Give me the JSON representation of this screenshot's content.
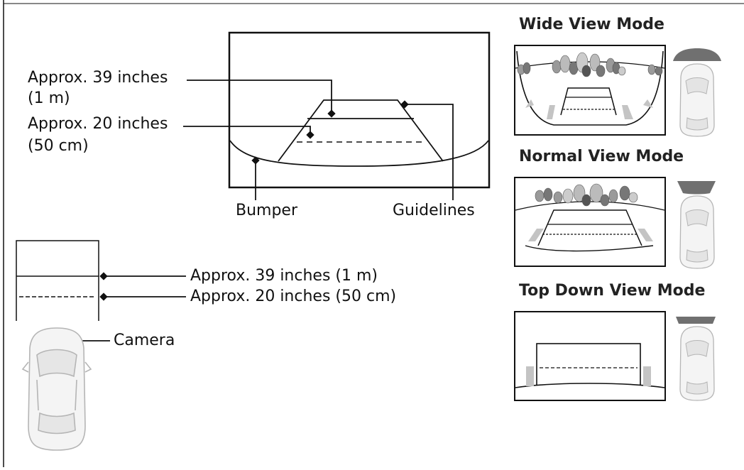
{
  "main_view": {
    "label_39": "Approx. 39 inches",
    "label_39_metric": "(1 m)",
    "label_20": "Approx. 20 inches",
    "label_20_metric": "(50 cm)",
    "bumper_label": "Bumper",
    "guidelines_label": "Guidelines"
  },
  "overhead": {
    "label_39": "Approx. 39 inches (1 m)",
    "label_20": "Approx. 20 inches (50 cm)",
    "camera_label": "Camera"
  },
  "modes": [
    {
      "title": "Wide View Mode"
    },
    {
      "title": "Normal View Mode"
    },
    {
      "title": "Top Down View Mode"
    }
  ],
  "colors": {
    "line": "#111111",
    "car_outline": "#b5b5b5",
    "car_fill": "#f3f3f3",
    "shrub": "#9a9a9a",
    "guide_post": "#c4c4c4"
  }
}
